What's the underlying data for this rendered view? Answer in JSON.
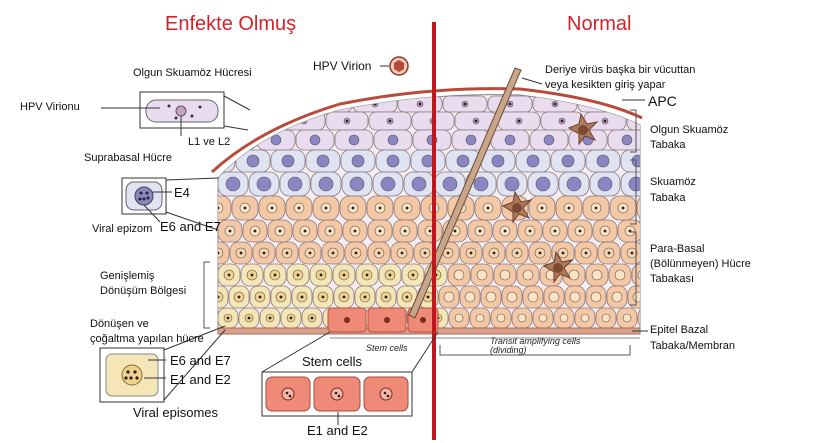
{
  "titles": {
    "left": "Enfekte Olmuş",
    "right": "Normal"
  },
  "left_labels": {
    "hpv_virion": "HPV Virion",
    "olgun_skuamoz_hucresi": "Olgun Skuamöz Hücresi",
    "hpv_virionu": "HPV Virionu",
    "l1_l2": "L1 ve L2",
    "suprabasal_hucre": "Suprabasal Hücre",
    "e4": "E4",
    "e6_e7_upper": "E6 and E7",
    "viral_epizom": "Viral epizom",
    "genislemis_line1": "Genişlemiş",
    "genislemis_line2": "Dönüşüm Bölgesi",
    "donusen_line1": "Dönüşen ve",
    "donusen_line2": "çoğaltma yapılan hücre",
    "e6_e7_lower": "E6 and E7",
    "e1_e2_lower": "E1 and E2",
    "viral_episomes": "Viral episomes",
    "stem_cells_big": "Stem cells",
    "stem_cells_small": "Stem cells",
    "e1_e2_bottom": "E1 and E2"
  },
  "right_labels": {
    "deriye_line1": "Deriye virüs başka bir vücuttan",
    "deriye_line2": "veya kesikten giriş yapar",
    "apc": "APC",
    "olgun_line1": "Olgun Skuamöz",
    "olgun_line2": "Tabaka",
    "skuamoz_line1": "Skuamöz",
    "skuamoz_line2": "Tabaka",
    "parabasal_line1": "Para-Basal",
    "parabasal_line2": "(Bölünmeyen) Hücre",
    "parabasal_line3": "Tabakası",
    "epitel_line1": "Epitel Bazal",
    "epitel_line2": "Tabaka/Membran",
    "transit_line1": "Transit amplifying cells",
    "transit_line2": "(dividing)"
  },
  "colors": {
    "title_red": "#d2232a",
    "divider_red": "#c0161d",
    "mature_cell": "#e8dcee",
    "squamous_cell": "#dfe3f2",
    "parabasal_cell": "#f5c8a5",
    "basal_cell_infected": "#f5e6b8",
    "stem_cell": "#f08a78",
    "membrane": "#d9a08a",
    "nucleus": "#8a86c4"
  }
}
